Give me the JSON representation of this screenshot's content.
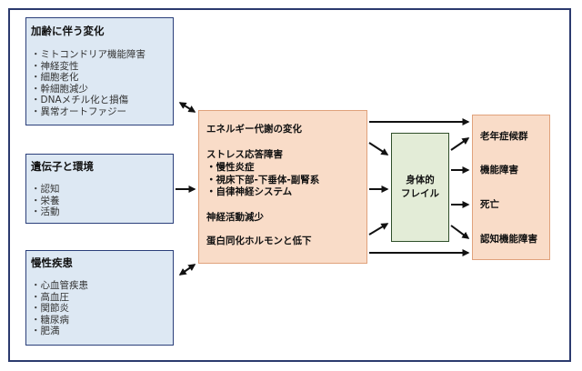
{
  "aging": {
    "title": "加齢に伴う変化",
    "items": [
      "・ミトコンドリア機能障害",
      "・神経変性",
      "・細胞老化",
      "・幹細胞減少",
      "・DNAメチル化と損傷",
      "・異常オートファジー"
    ]
  },
  "genes": {
    "title": "遺伝子と環境",
    "items": [
      "・認知",
      "・栄養",
      "・活動"
    ]
  },
  "chronic": {
    "title": "慢性疾患",
    "items": [
      "・心血管疾患",
      "・高血圧",
      "・関節炎",
      "・糖尿病",
      "・肥満"
    ]
  },
  "mechanisms": {
    "energy": "エネルギー代謝の変化",
    "stress": "ストレス応答障害",
    "stress_items": [
      "・慢性炎症",
      "・視床下部-下垂体-副腎系",
      "・自律神経システム"
    ],
    "neural": "神経活動減少",
    "protein": "蛋白同化ホルモンと低下"
  },
  "frailty": {
    "line1": "身体的",
    "line2": "フレイル"
  },
  "outcomes": [
    "老年症候群",
    "機能障害",
    "死亡",
    "認知機能障害"
  ],
  "colors": {
    "blue_fill": "#dde8f3",
    "peach_fill": "#f9dcc8",
    "green_fill": "#e3ecd7",
    "border_dark": "#2b3a6e",
    "arrow": "#111111"
  }
}
